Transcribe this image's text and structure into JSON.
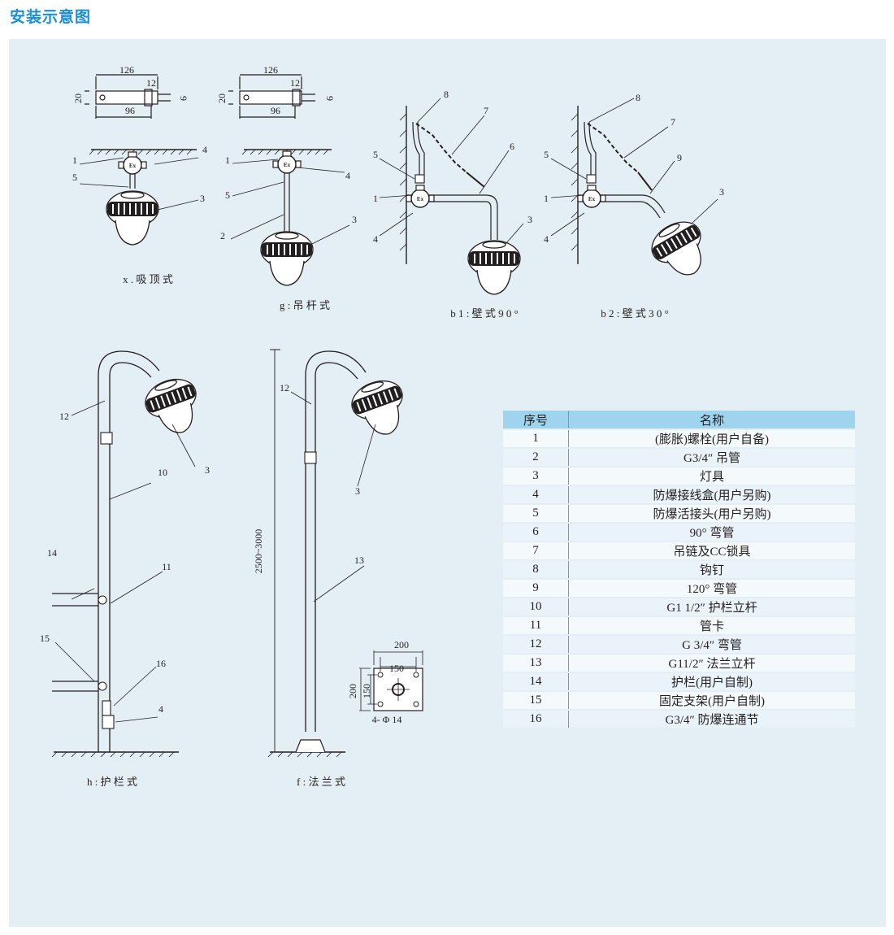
{
  "page": {
    "title": "安装示意图"
  },
  "captions": {
    "x": "x . 吸 顶 式",
    "g": "g : 吊 杆 式",
    "b1": "b 1 : 壁 式 9 0 °",
    "b2": "b 2 : 壁 式 3 0 °",
    "h": "h : 护 栏 式",
    "f": "f : 法 兰 式"
  },
  "dimensions": {
    "bracket_width": "126",
    "bracket_gap": "12",
    "bracket_height": "20",
    "bracket_pitch": "96",
    "bracket_thickness": "9",
    "pole_height": "2500~3000",
    "flange_outer": "200",
    "flange_inner": "150",
    "flange_holes": "4- Φ 14"
  },
  "callouts": {
    "n1": "1",
    "n2": "2",
    "n3": "3",
    "n4": "4",
    "n5": "5",
    "n6": "6",
    "n7": "7",
    "n8": "8",
    "n9": "9",
    "n10": "10",
    "n11": "11",
    "n12": "12",
    "n13": "13",
    "n14": "14",
    "n15": "15",
    "n16": "16"
  },
  "parts_table": {
    "headers": [
      "序号",
      "名称"
    ],
    "rows": [
      [
        "1",
        "(膨胀)螺栓(用户自备)"
      ],
      [
        "2",
        "G3/4″ 吊管"
      ],
      [
        "3",
        "灯具"
      ],
      [
        "4",
        "防爆接线盒(用户另购)"
      ],
      [
        "5",
        "防爆活接头(用户另购)"
      ],
      [
        "6",
        "90° 弯管"
      ],
      [
        "7",
        "吊链及CC锁具"
      ],
      [
        "8",
        "钩钉"
      ],
      [
        "9",
        "120° 弯管"
      ],
      [
        "10",
        "G1 1/2″ 护栏立杆"
      ],
      [
        "11",
        "管卡"
      ],
      [
        "12",
        "G 3/4″ 弯管"
      ],
      [
        "13",
        "G11/2″ 法兰立杆"
      ],
      [
        "14",
        "护栏(用户自制)"
      ],
      [
        "15",
        "固定支架(用户自制)"
      ],
      [
        "16",
        "G3/4″ 防爆连通节"
      ]
    ]
  },
  "colors": {
    "title": "#1a8fd6",
    "panel": "#e3eef5",
    "table_header": "#9fd4ee",
    "line": "#231f20"
  }
}
